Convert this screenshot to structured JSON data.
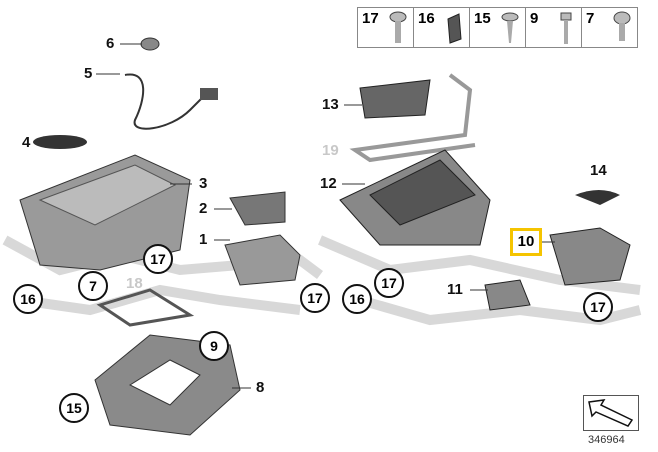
{
  "legend": [
    {
      "number": "17",
      "part": "screw-icon"
    },
    {
      "number": "16",
      "part": "clip-nut-icon"
    },
    {
      "number": "15",
      "part": "self-tapping-screw-icon"
    },
    {
      "number": "9",
      "part": "hex-screw-icon"
    },
    {
      "number": "7",
      "part": "screw-icon"
    }
  ],
  "labels": {
    "l6": "6",
    "l5": "5",
    "l4": "4",
    "l3": "3",
    "l2": "2",
    "l1": "1",
    "l8": "8",
    "l11": "11",
    "l12": "12",
    "l13": "13",
    "l14": "14",
    "l18": "18",
    "l19": "19"
  },
  "circled": {
    "c16a": "16",
    "c7": "7",
    "c17a": "17",
    "c17b": "17",
    "c16b": "16",
    "c17c": "17",
    "c17d": "17",
    "c15": "15",
    "c9": "9"
  },
  "highlighted": {
    "number": "10",
    "color": "#f5c400"
  },
  "diagram_number": "346964"
}
